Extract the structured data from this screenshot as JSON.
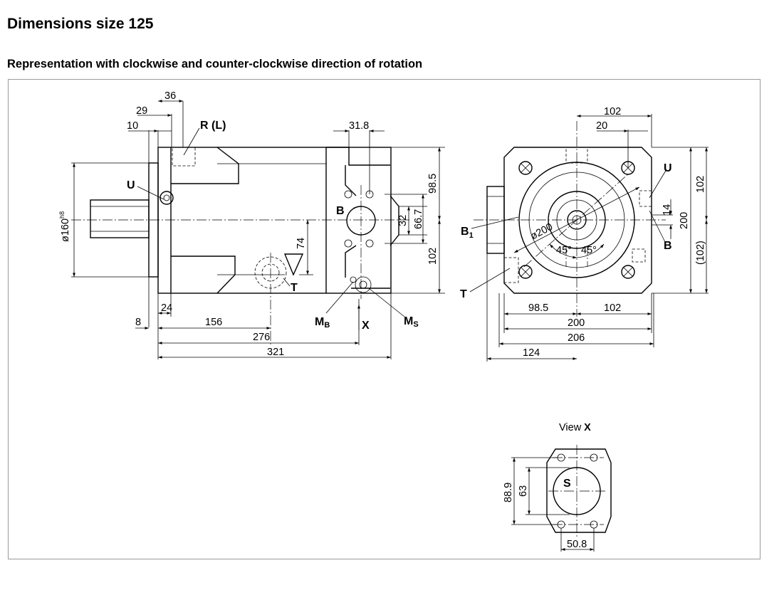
{
  "page": {
    "title": "Dimensions size 125",
    "subtitle": "Representation with clockwise and counter-clockwise direction of rotation"
  },
  "side_view": {
    "dims": {
      "d36": "36",
      "d29": "29",
      "d10": "10",
      "d31_8": "31.8",
      "d98_5": "98.5",
      "d66_7": "66.7",
      "d32": "32",
      "d102": "102",
      "d74": "74",
      "d24": "24",
      "d8": "8",
      "d156": "156",
      "d276": "276",
      "d321": "321"
    },
    "labels": {
      "r_l": "R (L)",
      "u": "U",
      "b": "B",
      "t": "T",
      "x": "X",
      "mb_main": "M",
      "mb_sub": "B",
      "ms_main": "M",
      "ms_sub": "S",
      "shaft_dia_main": "ø160",
      "shaft_dia_sup": "h8"
    }
  },
  "front_view": {
    "dims": {
      "d102_top": "102",
      "d20": "20",
      "d14": "14",
      "d102_right": "102",
      "d200_right": "200",
      "d102_paren": "(102)",
      "d98_5_bottom": "98.5",
      "d102_bottom": "102",
      "d200_bottom": "200",
      "d206": "206",
      "d124": "124",
      "dia200": "ø200",
      "a45_left": "45°",
      "a45_right": "45°"
    },
    "labels": {
      "b1_main": "B",
      "b1_sub": "1",
      "t": "T",
      "u": "U",
      "b": "B"
    }
  },
  "view_x": {
    "title_prefix": "View",
    "title_letter": "X",
    "dims": {
      "d88_9": "88.9",
      "d63": "63",
      "d50_8": "50.8"
    },
    "labels": {
      "s": "S"
    }
  }
}
